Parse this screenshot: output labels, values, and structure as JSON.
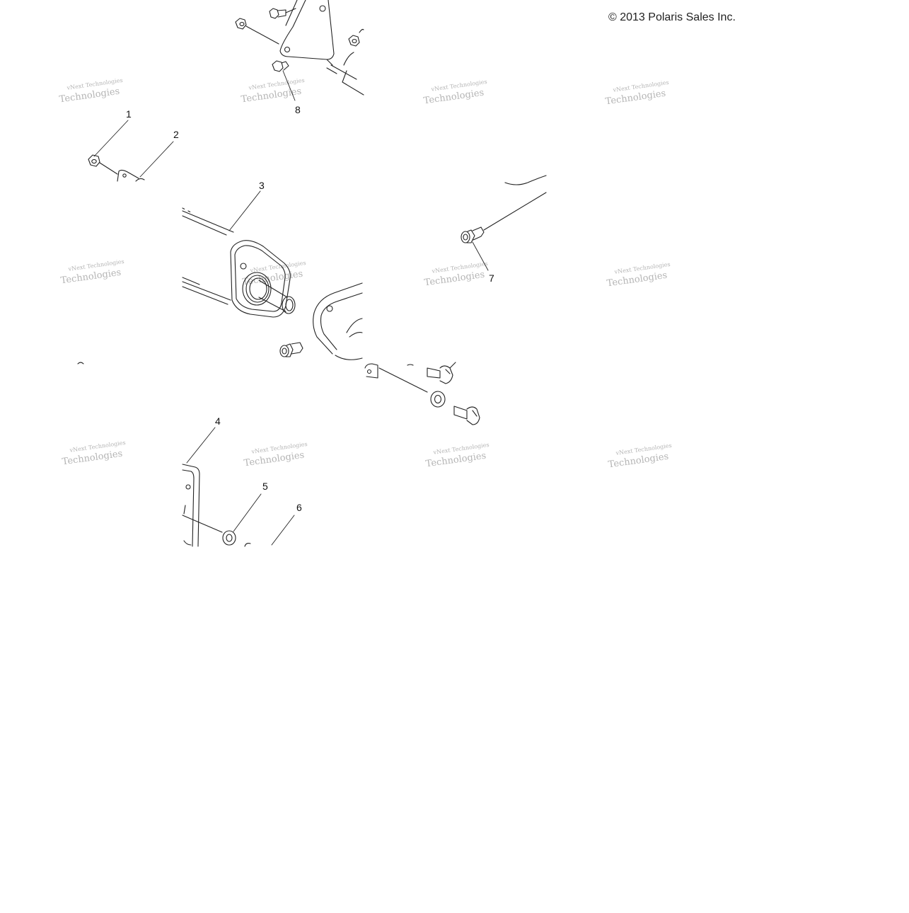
{
  "copyright": "© 2013 Polaris Sales Inc.",
  "watermark": {
    "line1": "vNext Technologies",
    "line2": "Technologies"
  },
  "callouts": [
    "1",
    "2",
    "3",
    "4",
    "5",
    "6",
    "7",
    "8"
  ],
  "colors": {
    "line": "#222222",
    "watermark": "#888888"
  }
}
